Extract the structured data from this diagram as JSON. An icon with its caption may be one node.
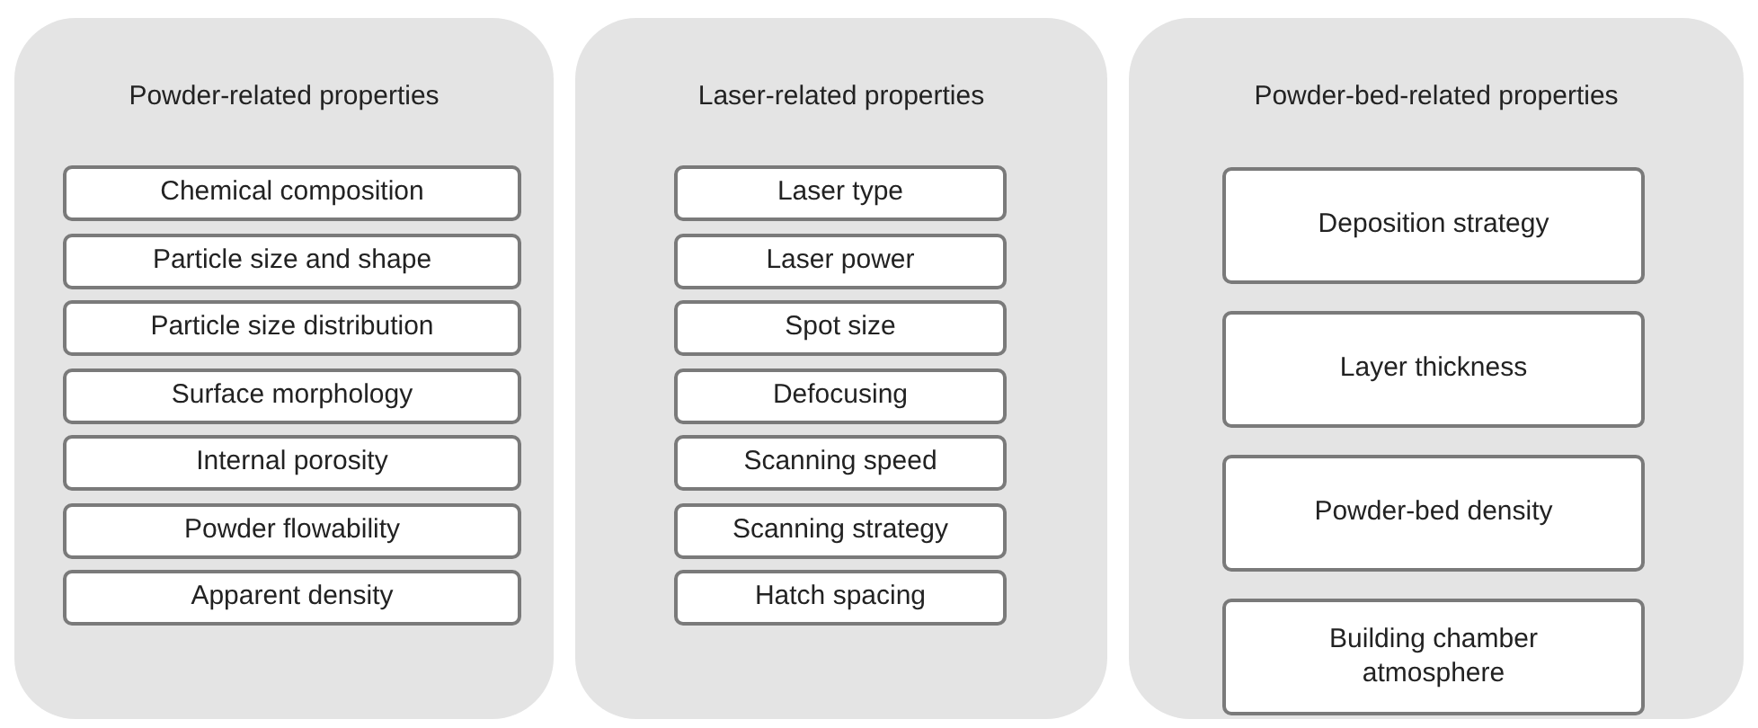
{
  "diagram": {
    "nodes": [
      {
        "text": [
          "Powder-related properties"
        ]
      },
      {
        "text": [
          "Chemical composition"
        ],
        "in": 0
      },
      {
        "text": [
          "Particle size and shape"
        ],
        "in": 0
      },
      {
        "text": [
          "Particle size distribution"
        ],
        "in": 0
      },
      {
        "text": [
          "Surface morphology"
        ],
        "in": 0
      },
      {
        "text": [
          "Internal porosity"
        ],
        "in": 0
      },
      {
        "text": [
          "Powder flowability"
        ],
        "in": 0
      },
      {
        "text": [
          "Apparent density"
        ],
        "in": 0
      },
      {
        "text": [
          "Laser-related properties"
        ]
      },
      {
        "text": [
          "Laser type"
        ],
        "in": 8
      },
      {
        "text": [
          "Laser power"
        ],
        "in": 8
      },
      {
        "text": [
          "Spot size"
        ],
        "in": 8
      },
      {
        "text": [
          "Defocusing"
        ],
        "in": 8
      },
      {
        "text": [
          "Scanning speed"
        ],
        "in": 8
      },
      {
        "text": [
          "Scanning strategy"
        ],
        "in": 8
      },
      {
        "text": [
          "Hatch spacing"
        ],
        "in": 8
      },
      {
        "text": [
          "Powder-bed-related properties"
        ]
      },
      {
        "text": [
          "Deposition strategy"
        ],
        "in": 16
      },
      {
        "text": [
          "Layer thickness"
        ],
        "in": 16
      },
      {
        "text": [
          "Powder-bed density"
        ],
        "in": 16
      },
      {
        "text": [
          "Building chamber atmosphere"
        ],
        "in": 16
      }
    ]
  }
}
